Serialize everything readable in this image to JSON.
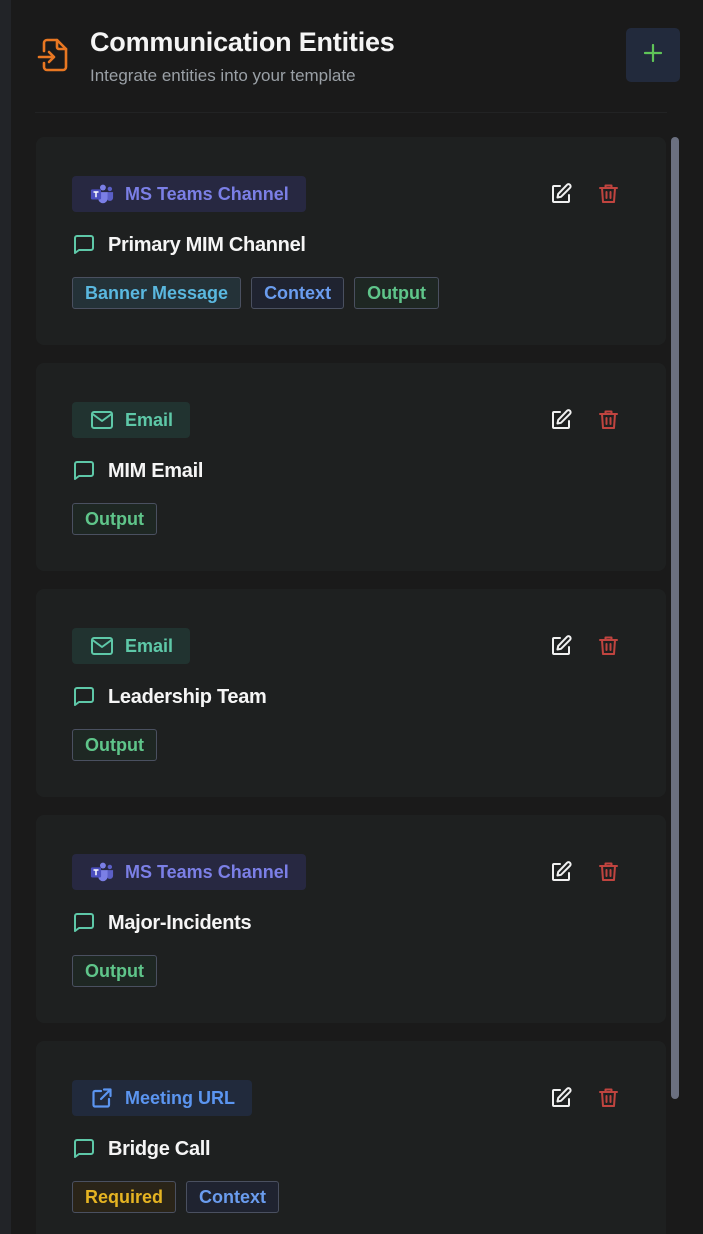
{
  "header": {
    "title": "Communication Entities",
    "subtitle": "Integrate entities into your template",
    "icon": "file-import-icon",
    "add_button_icon": "plus-icon"
  },
  "colors": {
    "accent_orange": "#e87722",
    "add_icon": "#5fc458",
    "edit_icon": "#f0f0f0",
    "delete_icon": "#c0443f",
    "message_icon": "#5ec8a8"
  },
  "entities": [
    {
      "type": "MS Teams Channel",
      "type_icon": "ms-teams-icon",
      "name": "Primary MIM Channel",
      "tags": [
        "Banner Message",
        "Context",
        "Output"
      ]
    },
    {
      "type": "Email",
      "type_icon": "mail-icon",
      "name": "MIM Email",
      "tags": [
        "Output"
      ]
    },
    {
      "type": "Email",
      "type_icon": "mail-icon",
      "name": "Leadership Team",
      "tags": [
        "Output"
      ]
    },
    {
      "type": "MS Teams Channel",
      "type_icon": "ms-teams-icon",
      "name": "Major-Incidents",
      "tags": [
        "Output"
      ]
    },
    {
      "type": "Meeting URL",
      "type_icon": "external-link-icon",
      "name": "Bridge Call",
      "tags": [
        "Required",
        "Context"
      ]
    }
  ]
}
